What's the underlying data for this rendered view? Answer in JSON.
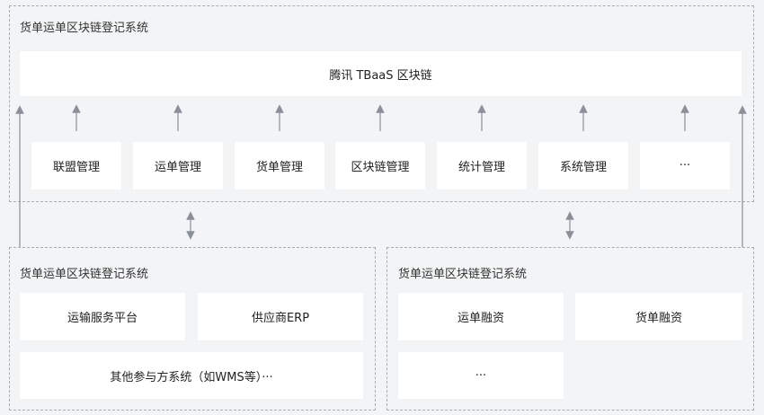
{
  "top_system": {
    "title": "货单运单区块链登记系统",
    "platform": "腾讯 TBaaS 区块链",
    "modules": [
      "联盟管理",
      "运单管理",
      "货单管理",
      "区块链管理",
      "统计管理",
      "系统管理",
      "···"
    ]
  },
  "left_system": {
    "title": "货单运单区块链登记系统",
    "items": [
      "运输服务平台",
      "供应商ERP",
      "其他参与方系统（如WMS等）···"
    ]
  },
  "right_system": {
    "title": "货单运单区块链登记系统",
    "items": [
      "运单融资",
      "货单融资",
      "···"
    ]
  },
  "colors": {
    "background": "#f3f4f6",
    "box": "#ffffff",
    "connector": "#8a9099",
    "dashed_border": "#a8adb5"
  }
}
